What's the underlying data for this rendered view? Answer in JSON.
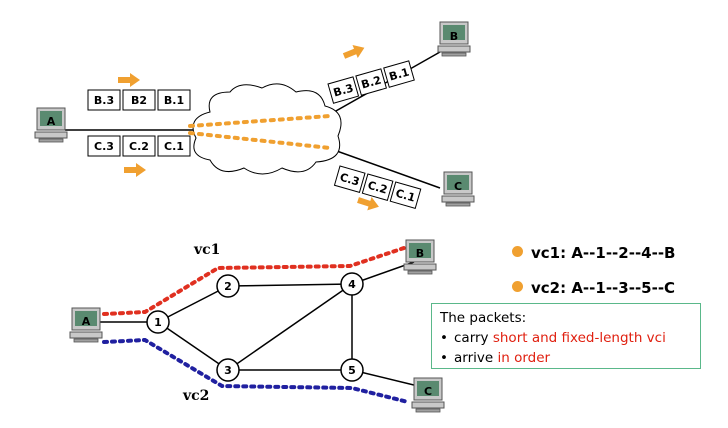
{
  "top": {
    "host_a": "A",
    "host_b": "B",
    "host_c": "C",
    "packets_ab": [
      "B.3",
      "B2",
      "B.1"
    ],
    "packets_ac": [
      "C.3",
      "C.2",
      "C.1"
    ],
    "packets_b_out": [
      "B.3",
      "B.2",
      "B.1"
    ],
    "packets_c_out": [
      "C.3",
      "C.2",
      "C.1"
    ]
  },
  "bottom": {
    "host_a": "A",
    "host_b": "B",
    "host_c": "C",
    "routers": [
      "1",
      "2",
      "3",
      "4",
      "5"
    ],
    "vc1_label": "vc1",
    "vc2_label": "vc2"
  },
  "legend": {
    "vc1": "vc1: A--1--2--4--B",
    "vc2": "vc2: A--1--3--5--C"
  },
  "info": {
    "heading": "The packets:",
    "item1_prefix": "carry ",
    "item1_highlight": "short and fixed-length vci",
    "item2_prefix": "arrive ",
    "item2_highlight": "in order"
  },
  "colors": {
    "accent_orange": "#f0a030",
    "vc1_red": "#e03020",
    "vc2_blue": "#2020a0",
    "highlight_red": "#e02010",
    "box_border": "#5ab88a"
  }
}
